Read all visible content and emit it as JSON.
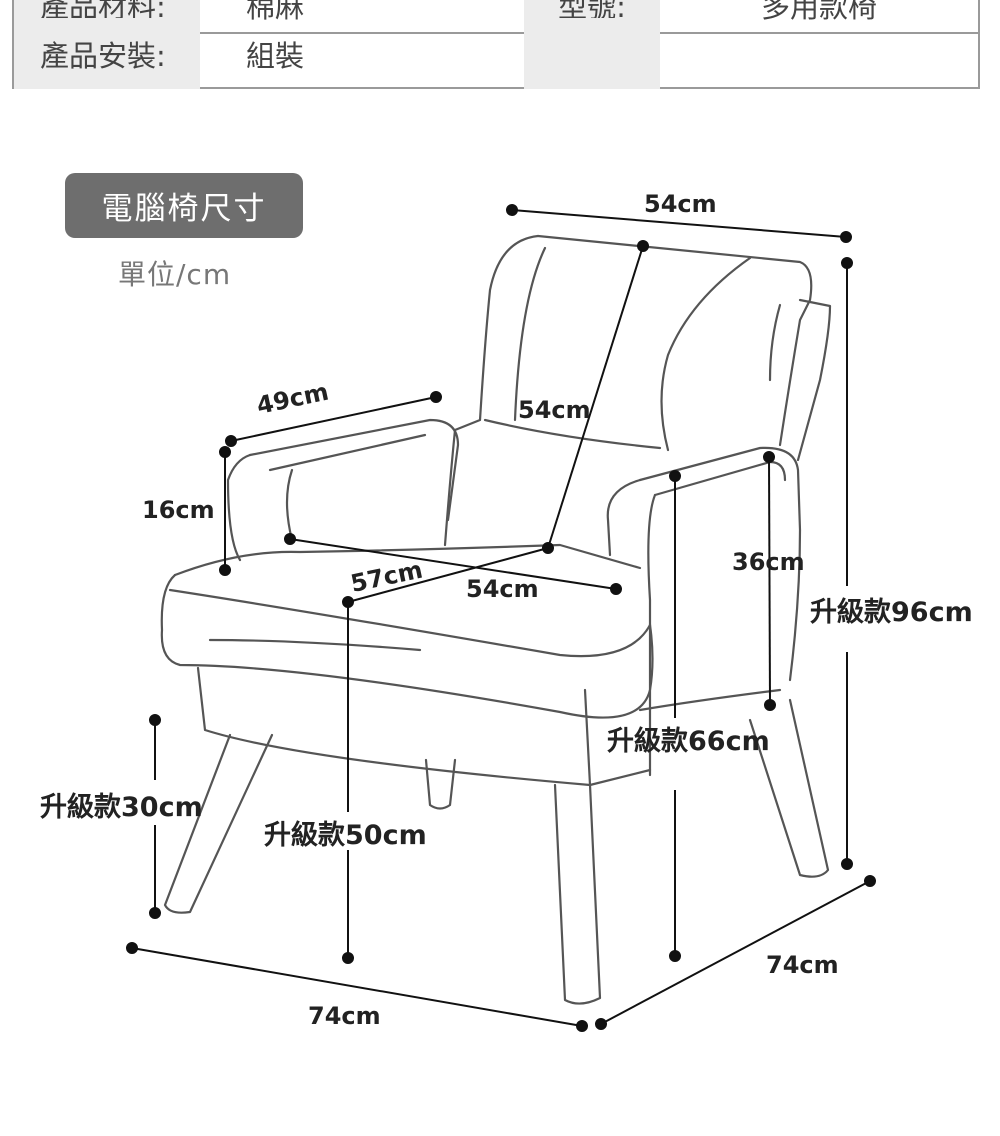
{
  "spec_table": {
    "rows": [
      {
        "label_1": "產品材料:",
        "value_1": "棉麻",
        "label_2": "型號:",
        "value_2": "多用款椅"
      },
      {
        "label_1": "產品安裝:",
        "value_1": "組裝",
        "label_2": "",
        "value_2": ""
      }
    ]
  },
  "title": "電腦椅尺寸",
  "unit": "單位/cm",
  "dimensions": {
    "top_width": "54cm",
    "backrest_width": "54cm",
    "armrest_length": "49cm",
    "armrest_height": "16cm",
    "seat_depth": "57cm",
    "seat_width": "54cm",
    "side_height": "36cm",
    "total_height": "升級款96cm",
    "arm_floor_height": "升級款66cm",
    "leg_height": "升級款30cm",
    "seat_height": "升級款50cm",
    "base_width": "74cm",
    "base_depth": "74cm"
  },
  "colors": {
    "title_bg": "#6e6e6e",
    "label_bg": "#ececec",
    "line": "#333333"
  }
}
